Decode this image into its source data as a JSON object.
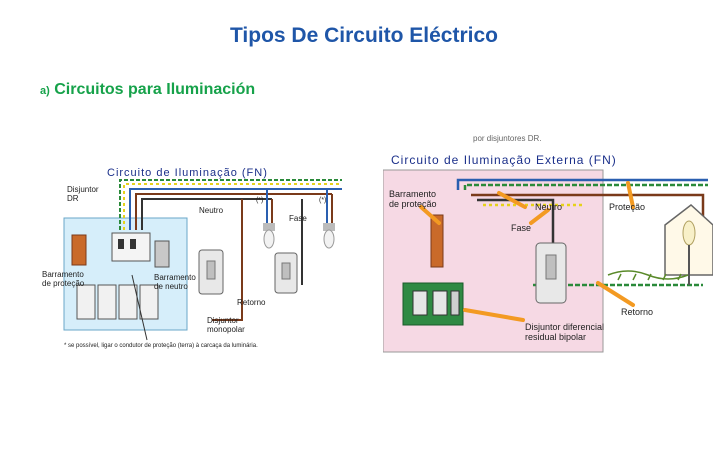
{
  "slide": {
    "title": "Tipos De Circuito Eléctrico",
    "section_prefix": "a)",
    "section_label": " Circuitos para Iluminación"
  },
  "diagram1": {
    "title": "Circuito de Iluminação (FN)",
    "labels": {
      "disjuntor_dr_1": "Disjuntor",
      "disjuntor_dr_2": "DR",
      "neutro": "Neutro",
      "fase": "Fase",
      "ast1": "(*)",
      "ast2": "(*)",
      "barr_protecao_1": "Barramento",
      "barr_protecao_2": "de proteção",
      "barr_neutro_1": "Barramento",
      "barr_neutro_2": "de neutro",
      "retorno": "Retorno",
      "disj_mono_1": "Disjuntor",
      "disj_mono_2": "monopolar",
      "footnote": "* se possível, ligar o condutor de proteção (terra) à carcaça da luminária."
    }
  },
  "diagram2": {
    "top_partial": "por disjuntores DR.",
    "title": "Circuito de Iluminação Externa (FN)",
    "labels": {
      "barr_protecao_1": "Barramento",
      "barr_protecao_2": "de proteção",
      "neutro": "Neutro",
      "protecao": "Proteção",
      "fase": "Fase",
      "retorno": "Retorno",
      "disj_dif_1": "Disjuntor diferencial",
      "disj_dif_2": "residual bipolar"
    }
  },
  "colors": {
    "title_blue": "#1f56a8",
    "section_green": "#16a24a",
    "diagram_title": "#1a2f8a",
    "panel_blue": "#d6eefa",
    "wall_pink": "#f6d9e4",
    "leader_orange": "#f39a22"
  }
}
